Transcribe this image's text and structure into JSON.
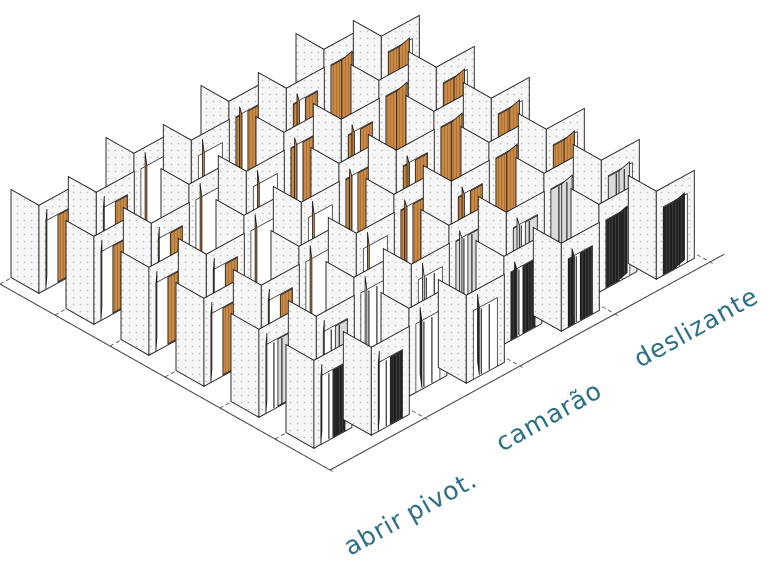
{
  "colors": {
    "label": "#2a6f86",
    "frame": "#1a1a1a",
    "wall": "#f4f4f4",
    "wood": "#c98a47",
    "dark": "#222222",
    "glass": "#8f8f8f",
    "guide": "#444444"
  },
  "categories": [
    {
      "id": "abrir",
      "label": "abrir"
    },
    {
      "id": "pivot",
      "label": "pivot."
    },
    {
      "id": "camarao",
      "label": "camarão"
    },
    {
      "id": "deslizante",
      "label": "deslizante"
    }
  ],
  "materials": [
    "dark",
    "glass",
    "wood",
    "wood",
    "wood",
    "wood"
  ],
  "rows": 6,
  "columns": 4
}
